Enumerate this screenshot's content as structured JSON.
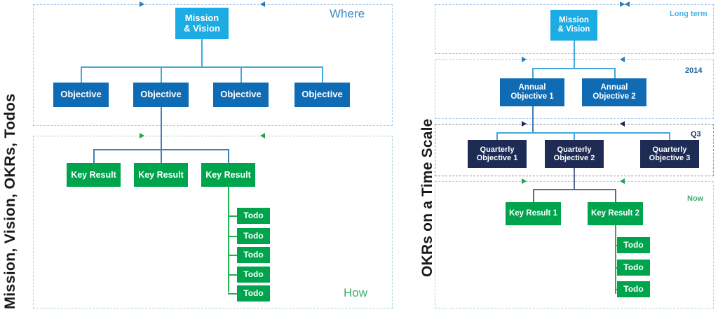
{
  "diagram": {
    "title": "OKR framework: two panels comparing hierarchy and time scale",
    "colors": {
      "cyan": "#1cabe3",
      "blue": "#0f6cb4",
      "navy": "#1e2c55",
      "green": "#00a44d",
      "zone_blue_border": "#a8c8e8",
      "zone_green_border": "#a9dcbc",
      "zone_navy_border": "#8e9099",
      "label_blue": "#3c8dc8",
      "label_green": "#3bb06a",
      "label_cyan": "#45b6e8",
      "label_navy": "#1e2c55",
      "text_dark": "#1a1a1a"
    }
  },
  "left_panel": {
    "side_label": "Mission, Vision, OKRs, Todos",
    "zones": [
      {
        "tag": "Where",
        "tag_color": "#3c8dc8",
        "border_color": "#a8c8e8",
        "arrow_color": "#2a7ec0"
      },
      {
        "tag": "How",
        "tag_color": "#3bb06a",
        "border_color": "#a9dcbc",
        "arrow_color": "#22a24e"
      }
    ],
    "root": {
      "label": "Mission\n& Vision"
    },
    "objectives": [
      {
        "label": "Objective"
      },
      {
        "label": "Objective"
      },
      {
        "label": "Objective"
      },
      {
        "label": "Objective"
      }
    ],
    "key_results": [
      {
        "label": "Key Result"
      },
      {
        "label": "Key Result"
      },
      {
        "label": "Key Result"
      }
    ],
    "todos": [
      {
        "label": "Todo"
      },
      {
        "label": "Todo"
      },
      {
        "label": "Todo"
      },
      {
        "label": "Todo"
      },
      {
        "label": "Todo"
      }
    ]
  },
  "right_panel": {
    "side_label": "OKRs on a Time Scale",
    "zones": [
      {
        "tag": "Long term",
        "tag_color": "#45b6e8",
        "border_color": "#a8c8e8",
        "arrow_color": "#2a7ec0"
      },
      {
        "tag": "2014",
        "tag_color": "#1e5b96",
        "border_color": "#a8c8e8",
        "arrow_color": "#2a7ec0"
      },
      {
        "tag": "Q3",
        "tag_color": "#1e2c55",
        "border_color": "#8e9099",
        "arrow_color": "#1e2c55"
      },
      {
        "tag": "Now",
        "tag_color": "#3bb06a",
        "border_color": "#a9dcbc",
        "arrow_color": "#22a24e"
      }
    ],
    "root": {
      "label": "Mission\n& Vision"
    },
    "annual_objectives": [
      {
        "label": "Annual\nObjective 1"
      },
      {
        "label": "Annual\nObjective 2"
      }
    ],
    "quarterly_objectives": [
      {
        "label": "Quarterly\nObjective 1"
      },
      {
        "label": "Quarterly\nObjective 2"
      },
      {
        "label": "Quarterly\nObjective 3"
      }
    ],
    "key_results": [
      {
        "label": "Key Result 1"
      },
      {
        "label": "Key Result 2"
      }
    ],
    "todos": [
      {
        "label": "Todo"
      },
      {
        "label": "Todo"
      },
      {
        "label": "Todo"
      }
    ]
  }
}
